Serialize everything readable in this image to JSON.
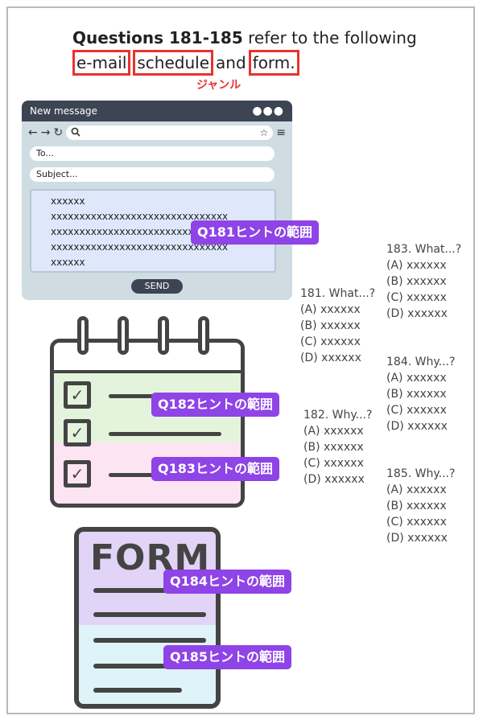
{
  "heading": {
    "line1_bold": "Questions 181-185",
    "line1_rest": " refer to the following",
    "doc1": "e-mail",
    "doc2": "schedule",
    "and": "and",
    "doc3": "form.",
    "genre_label": "ジャンル"
  },
  "email": {
    "title": "New message",
    "dots": "●●●",
    "to_placeholder": "To...",
    "subject_placeholder": "Subject...",
    "body_lines": [
      "xxxxxx",
      "xxxxxxxxxxxxxxxxxxxxxxxxxxxxxxx",
      "xxxxxxxxxxxxxxxxxxxxxxxxxxxxxxx",
      "xxxxxxxxxxxxxxxxxxxxxxxxxxxxxxx",
      "xxxxxx"
    ],
    "send_label": "SEND",
    "icons": [
      "back-arrow-icon",
      "forward-arrow-icon",
      "refresh-icon",
      "search-icon",
      "star-icon",
      "menu-icon"
    ]
  },
  "form": {
    "title": "FORM"
  },
  "hints": {
    "q181": "Q181ヒントの範囲",
    "q182": "Q182ヒントの範囲",
    "q183": "Q183ヒントの範囲",
    "q184": "Q184ヒントの範囲",
    "q185": "Q185ヒントの範囲"
  },
  "questions": [
    {
      "num": "181. What...?",
      "choices": [
        "(A) xxxxxx",
        "(B) xxxxxx",
        "(C) xxxxxx",
        "(D) xxxxxx"
      ]
    },
    {
      "num": "182. Why...?",
      "choices": [
        "(A) xxxxxx",
        "(B) xxxxxx",
        "(C) xxxxxx",
        "(D) xxxxxx"
      ]
    },
    {
      "num": "183. What...?",
      "choices": [
        "(A) xxxxxx",
        "(B) xxxxxx",
        "(C) xxxxxx",
        "(D) xxxxxx"
      ]
    },
    {
      "num": "184. Why...?",
      "choices": [
        "(A) xxxxxx",
        "(B) xxxxxx",
        "(C) xxxxxx",
        "(D) xxxxxx"
      ]
    },
    {
      "num": "185. Why...?",
      "choices": [
        "(A) xxxxxx",
        "(B) xxxxxx",
        "(C) xxxxxx",
        "(D) xxxxxx"
      ]
    }
  ],
  "colors": {
    "highlight_red": "#e8322e",
    "hint_purple": "#8e44e6",
    "window_dark": "#3d4453"
  }
}
